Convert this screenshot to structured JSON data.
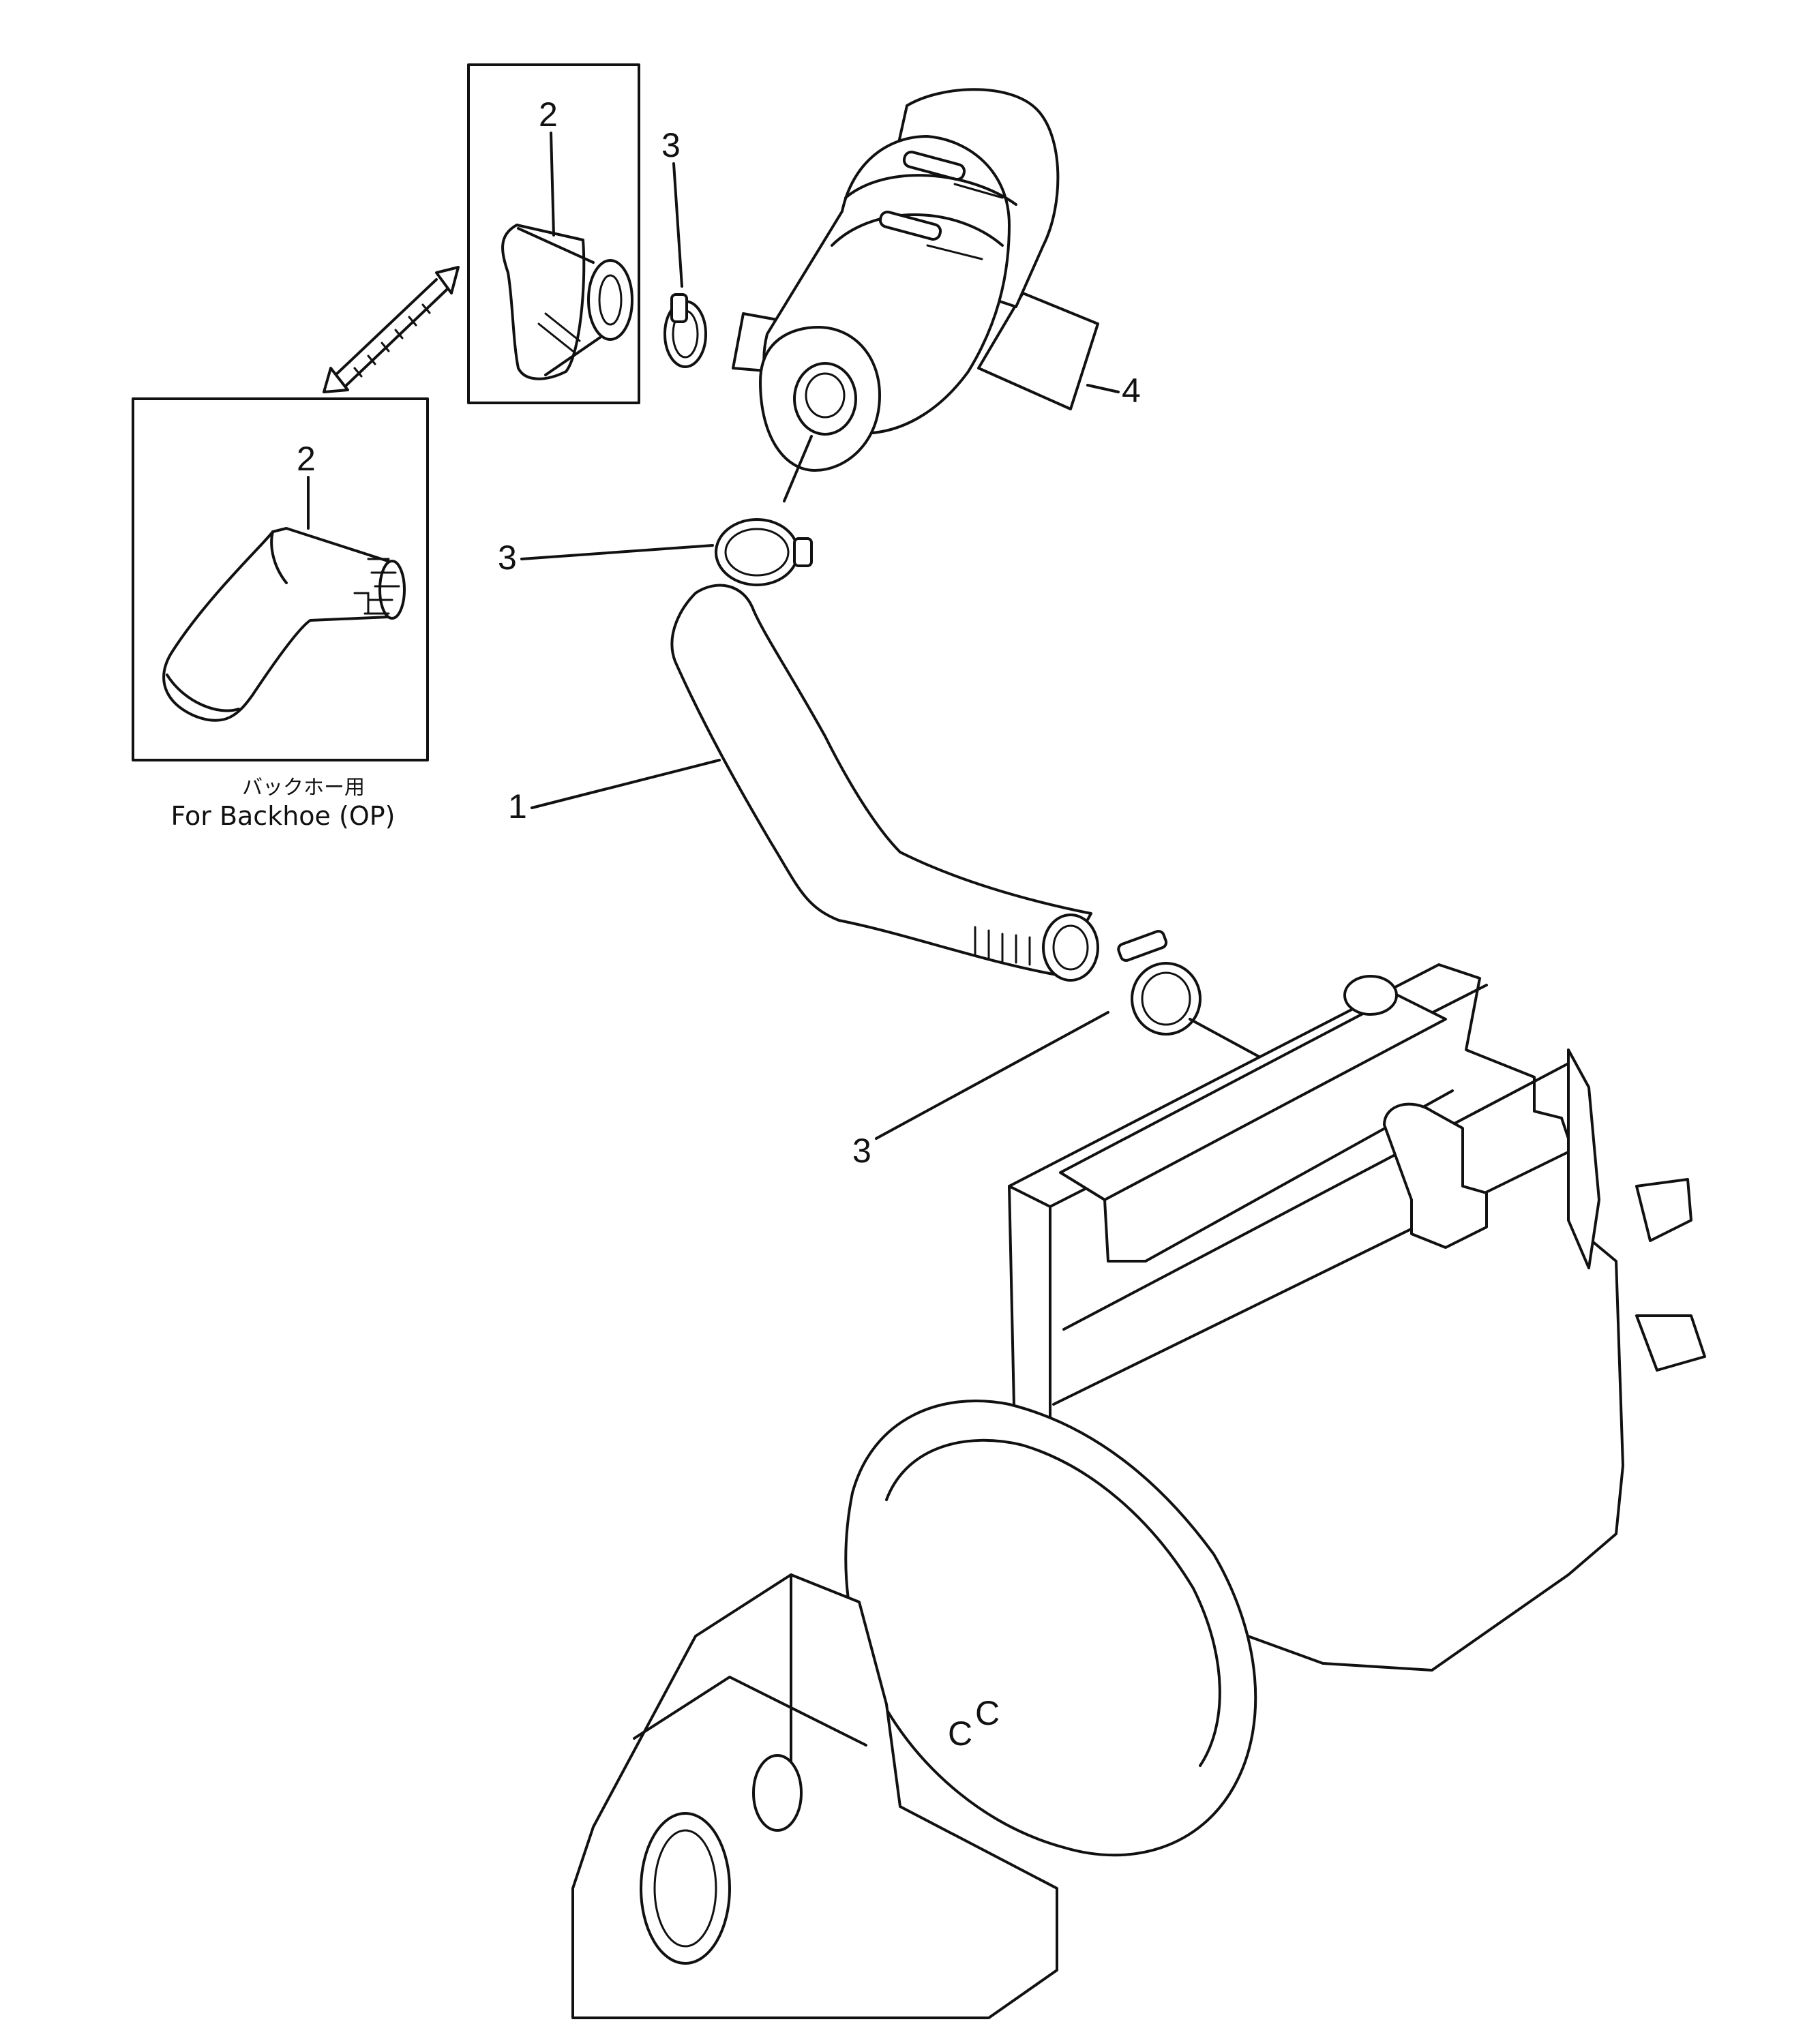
{
  "callouts": {
    "hose": "1",
    "inset_top_elbow": "2",
    "inset_left_elbow": "2",
    "clamp_top": "3",
    "clamp_middle": "3",
    "clamp_bottom": "3",
    "air_cleaner": "4"
  },
  "inset_caption": {
    "japanese": "バックホー用",
    "english": "For Backhoe (OP)"
  },
  "engine_marks": [
    "C",
    "C"
  ]
}
